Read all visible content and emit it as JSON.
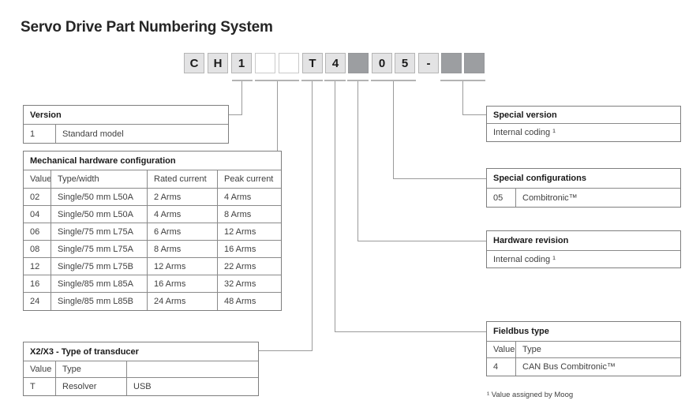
{
  "title": "Servo Drive Part Numbering System",
  "colors": {
    "box_light": "#e3e3e4",
    "box_filled": "#9c9ea1",
    "box_empty": "#ffffff",
    "table_border": "#8a8a8a",
    "connector_line": "#9b9b9b",
    "text": "#3f3f3f"
  },
  "part_number": {
    "boxes": [
      {
        "char": "C",
        "style": "light"
      },
      {
        "char": "H",
        "style": "light"
      },
      {
        "char": "1",
        "style": "light"
      },
      {
        "char": "",
        "style": "empty"
      },
      {
        "char": "",
        "style": "empty"
      },
      {
        "char": "T",
        "style": "light"
      },
      {
        "char": "4",
        "style": "light"
      },
      {
        "char": "",
        "style": "filled"
      },
      {
        "char": "0",
        "style": "light"
      },
      {
        "char": "5",
        "style": "light"
      },
      {
        "char": "-",
        "style": "light"
      },
      {
        "char": "",
        "style": "filled"
      },
      {
        "char": "",
        "style": "filled"
      }
    ]
  },
  "tables": {
    "version": {
      "title": "Version",
      "rows": [
        [
          "1",
          "Standard model"
        ]
      ]
    },
    "mechanical": {
      "title": "Mechanical hardware configuration",
      "columns": [
        "Value",
        "Type/width",
        "Rated current",
        "Peak current"
      ],
      "rows": [
        [
          "02",
          "Single/50 mm L50A",
          "2 Arms",
          "4 Arms"
        ],
        [
          "04",
          "Single/50 mm L50A",
          "4 Arms",
          "8 Arms"
        ],
        [
          "06",
          "Single/75 mm L75A",
          "6 Arms",
          "12 Arms"
        ],
        [
          "08",
          "Single/75 mm L75A",
          "8 Arms",
          "16 Arms"
        ],
        [
          "12",
          "Single/75 mm L75B",
          "12 Arms",
          "22 Arms"
        ],
        [
          "16",
          "Single/85 mm L85A",
          "16 Arms",
          "32 Arms"
        ],
        [
          "24",
          "Single/85 mm L85B",
          "24 Arms",
          "48 Arms"
        ]
      ]
    },
    "transducer": {
      "title": "X2/X3 - Type of transducer",
      "columns": [
        "Value",
        "Type",
        ""
      ],
      "rows": [
        [
          "T",
          "Resolver",
          "USB"
        ]
      ]
    },
    "special_version": {
      "title": "Special version",
      "note": "Internal coding ¹"
    },
    "special_configurations": {
      "title": "Special configurations",
      "rows": [
        [
          "05",
          "Combitronic™"
        ]
      ]
    },
    "hardware_revision": {
      "title": "Hardware revision",
      "note": "Internal coding ¹"
    },
    "fieldbus": {
      "title": "Fieldbus type",
      "columns": [
        "Value",
        "Type"
      ],
      "rows": [
        [
          "4",
          "CAN Bus Combitronic™"
        ]
      ]
    }
  },
  "footnote": "¹ Value assigned by Moog"
}
